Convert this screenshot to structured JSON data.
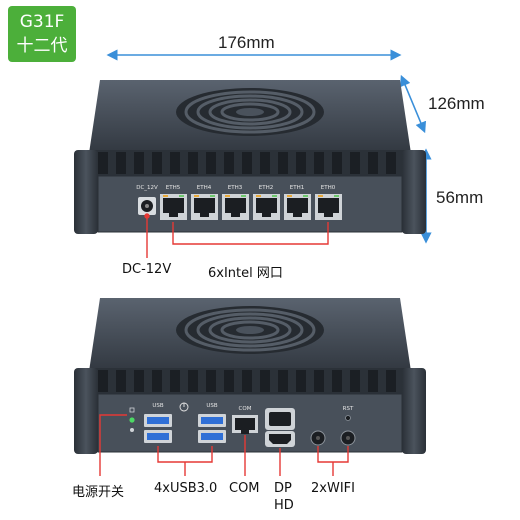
{
  "badge": {
    "line1": "G31F",
    "line2": "十二代"
  },
  "dimensions": {
    "width": "176mm",
    "depth": "126mm",
    "height": "56mm"
  },
  "front_panel": {
    "dc_label": "DC_12V",
    "eth_ports": [
      "ETH5",
      "ETH4",
      "ETH3",
      "ETH2",
      "ETH1",
      "ETH0"
    ]
  },
  "back_panel": {
    "usb_left": "USB",
    "usb_right": "USB",
    "com": "COM",
    "rst": "RST"
  },
  "callouts": {
    "dc": "DC-12V",
    "lan": "6xIntel 网口",
    "power": "电源开关",
    "usb": "4xUSB3.0",
    "com": "COM",
    "dp_line1": "DP",
    "dp_line2": "HD",
    "wifi": "2xWIFI"
  },
  "colors": {
    "badge": "#4caf3a",
    "dimension_arrow": "#3a8fd9",
    "callout_line": "#e53935",
    "chassis": "#3d4550"
  }
}
